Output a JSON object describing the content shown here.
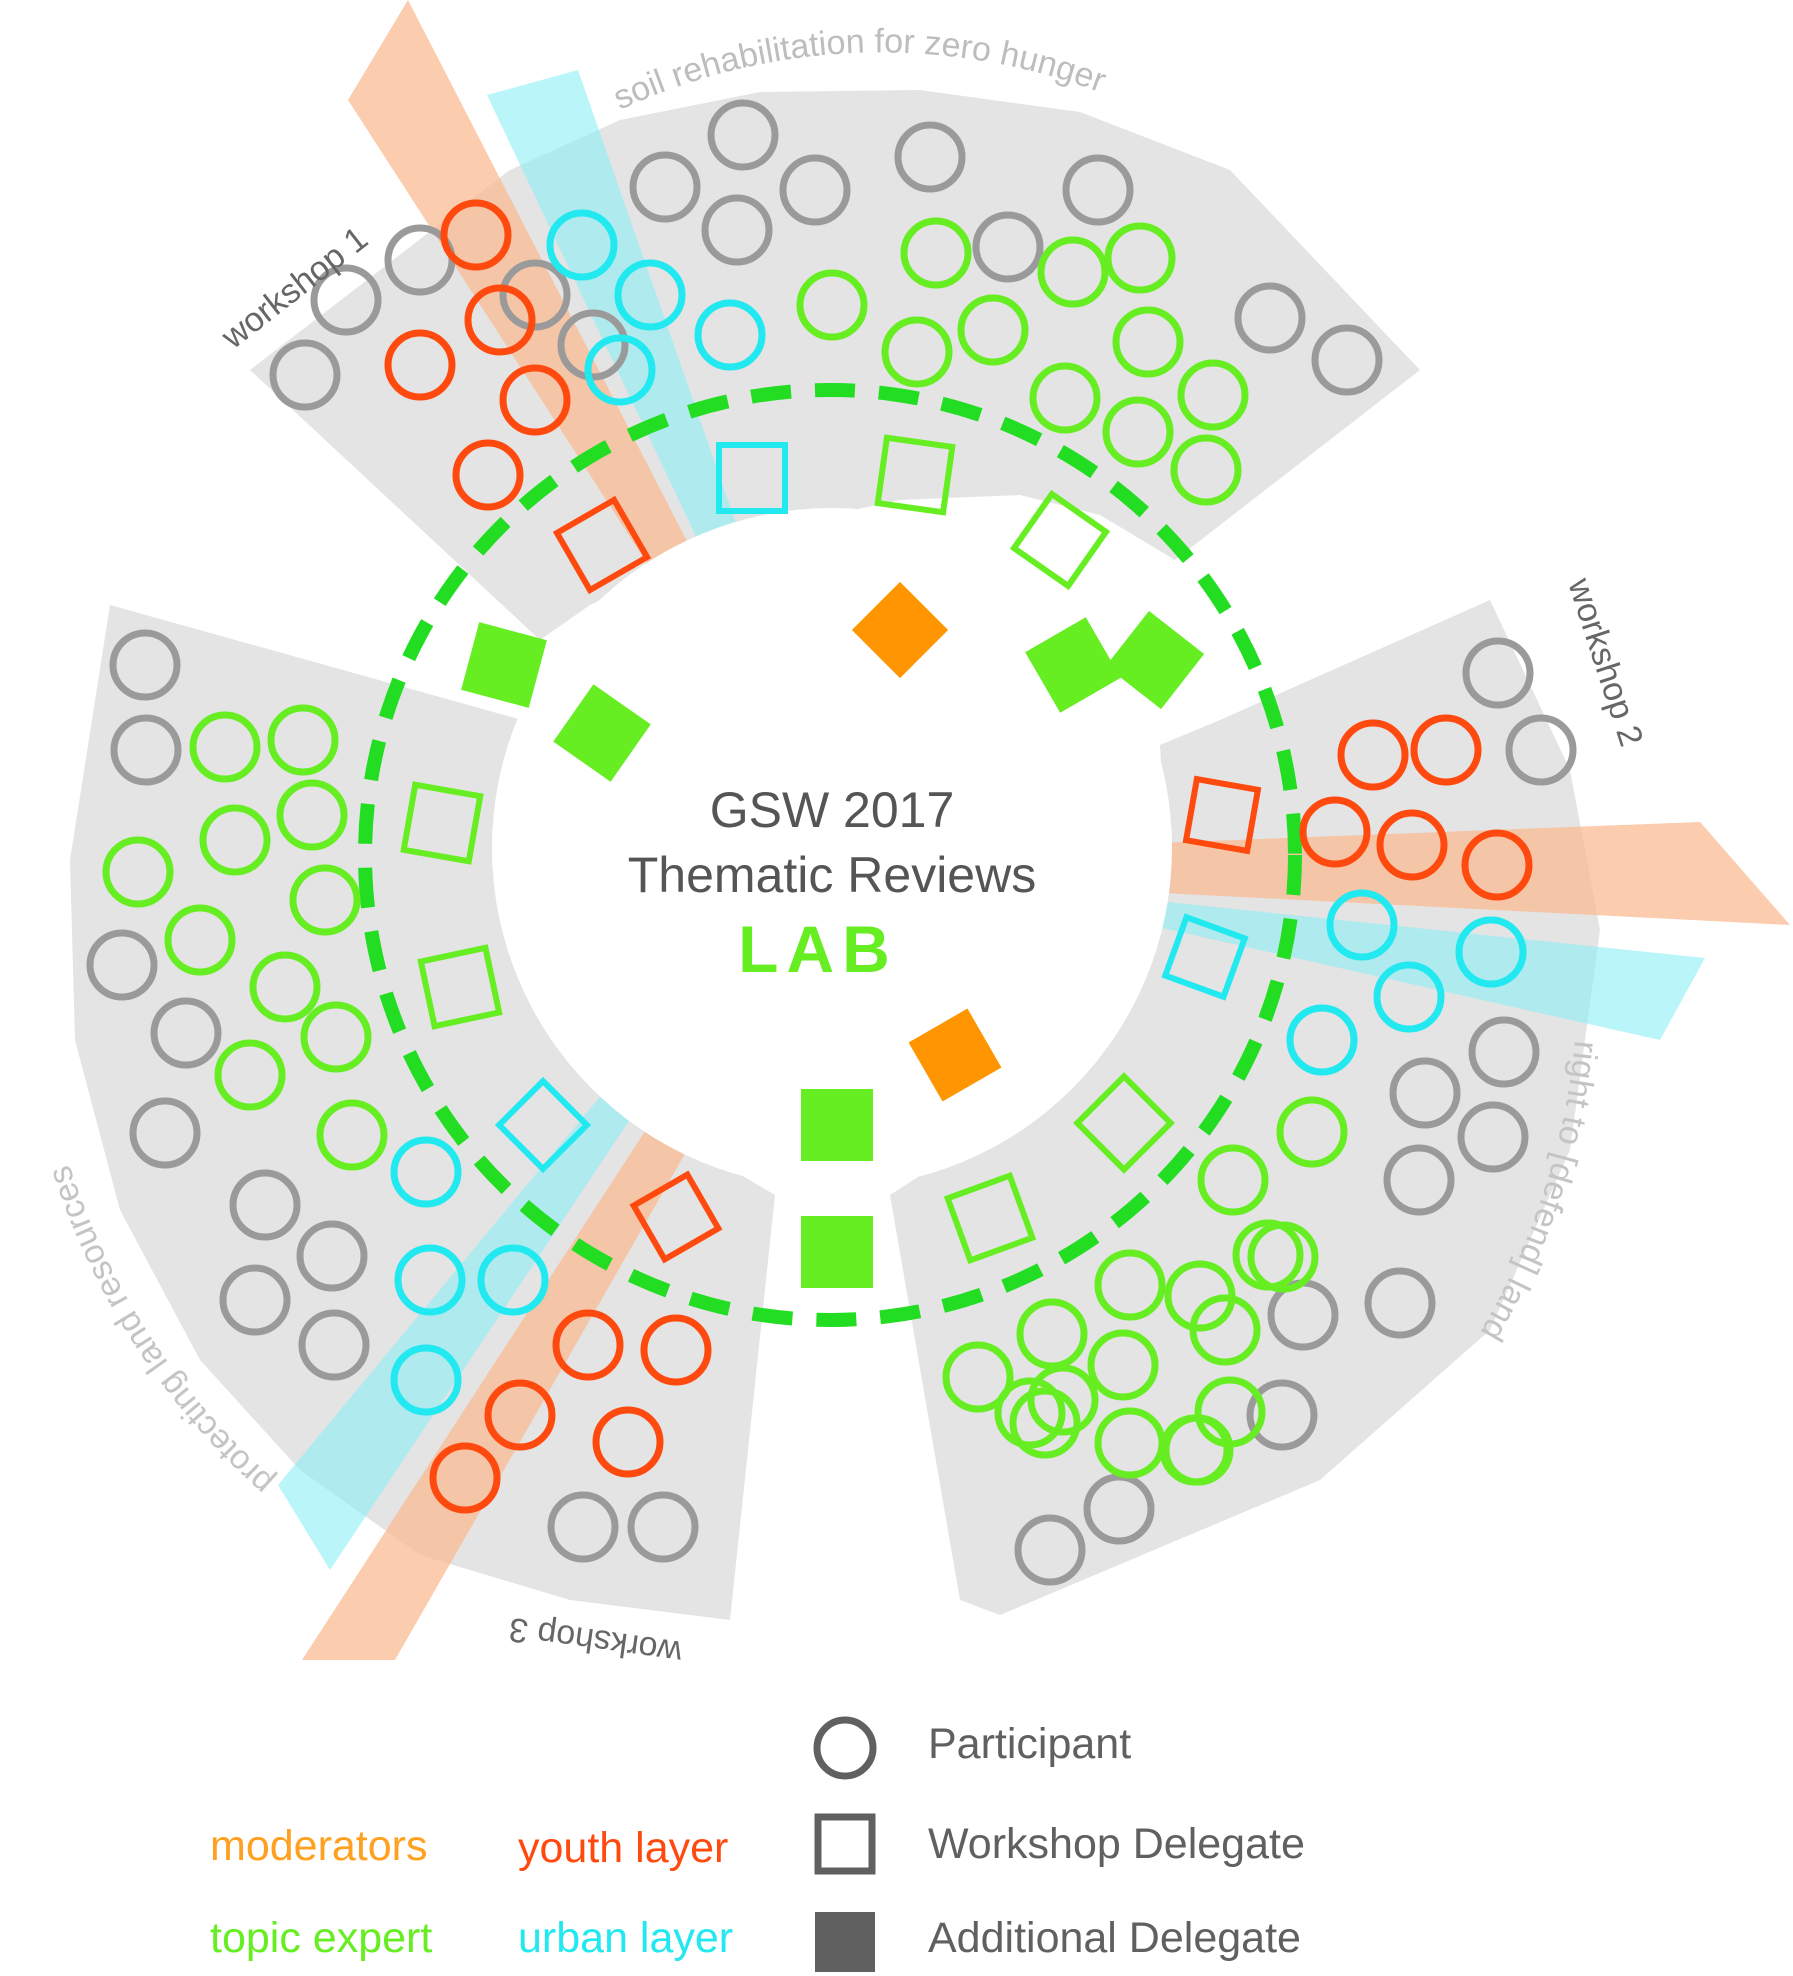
{
  "center": {
    "line1": "GSW 2017",
    "line2": "Thematic Reviews",
    "line3": "LAB"
  },
  "sector_labels": {
    "workshop1": "workshop 1",
    "workshop2": "workshop 2",
    "workshop3": "workshop 3",
    "soil": "soil rehabilitation for zero hunger",
    "right": "right to [defend] land",
    "protecting": "protecting land resources"
  },
  "legend": {
    "moderators": "moderators",
    "youth": "youth layer",
    "topic": "topic expert",
    "urban": "urban layer",
    "participant": "Participant",
    "workshop_delegate": "Workshop Delegate",
    "additional_delegate": "Additional Delegate"
  },
  "colors": {
    "participant": "#9a9a9a",
    "topic_expert": "#66ee22",
    "youth": "#ff4a0f",
    "urban": "#22e8f0",
    "moderator": "#ff9500",
    "additional": "#66ee22",
    "ring": "#22dd22",
    "sector_fill": "#e4e4e4",
    "band_orange": "#f9b88f",
    "band_cyan": "#8ceef7",
    "legend_dark": "#606060"
  }
}
